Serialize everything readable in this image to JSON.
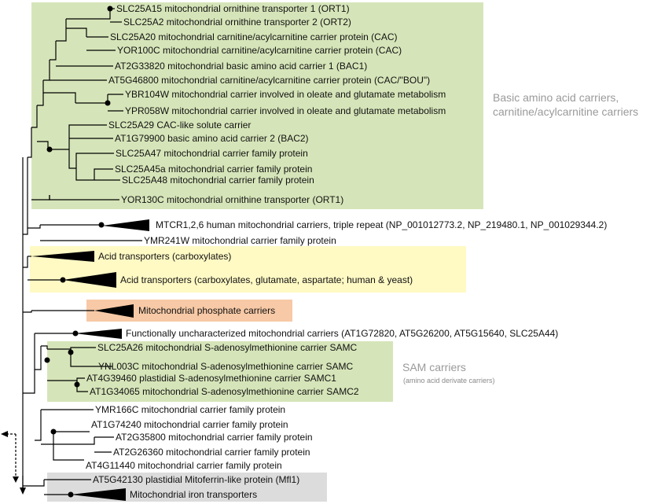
{
  "colors": {
    "basic_group_bg": "#d6e5b9",
    "acid_group_bg": "#fff9c4",
    "phosphate_group_bg": "#f7c9a6",
    "sam_group_bg": "#d6e5b9",
    "iron_group_bg": "#dcdcdc",
    "branch_line": "#000000",
    "group_label": "#9a9a9a"
  },
  "groups": {
    "basic": {
      "label_line1": "Basic amino acid carriers,",
      "label_line2": "carnitine/acylcarnitine carriers"
    },
    "sam": {
      "label": "SAM carriers",
      "sublabel": "(amino acid derivate carriers)"
    }
  },
  "leaves": [
    {
      "text": "SLC25A15 mitochondrial ornithine transporter 1 (ORT1)"
    },
    {
      "text": "SLC25A2 mitochondrial ornithine transporter 2 (ORT2)"
    },
    {
      "text": "SLC25A20 mitochondrial carnitine/acylcarnitine carrier protein (CAC)"
    },
    {
      "text": "YOR100C mitochondrial carnitine/acylcarnitine carrier protein (CAC)"
    },
    {
      "text": "AT2G33820 mitochondrial basic amino acid carrier 1 (BAC1)"
    },
    {
      "text": "AT5G46800 mitochondrial carnitine/acylcarnitine carrier protein (CAC/\"BOU\")"
    },
    {
      "text": "YBR104W mitochondrial carrier involved in oleate and glutamate metabolism"
    },
    {
      "text": "YPR058W mitochondrial carrier involved in oleate and glutamate metabolism"
    },
    {
      "text": "SLC25A29 CAC-like solute carrier"
    },
    {
      "text": "AT1G79900 basic amino acid carrier 2 (BAC2)"
    },
    {
      "text": "SLC25A47 mitochondrial carrier family protein"
    },
    {
      "text": "SLC25A45a mitochondrial carrier family protein"
    },
    {
      "text": "SLC25A48 mitochondrial carrier family protein"
    },
    {
      "text": "YOR130C mitochondrial ornithine transporter (ORT1)"
    },
    {
      "text": "MTCR1,2,6 human mitochondrial carriers, triple repeat  (NP_001012773.2, NP_219480.1, NP_001029344.2)"
    },
    {
      "text": "YMR241W mitochondrial carrier family protein"
    },
    {
      "text": "Acid transporters (carboxylates)"
    },
    {
      "text": "Acid transporters (carboxylates, glutamate, aspartate; human & yeast)"
    },
    {
      "text": "Mitochondrial phosphate carriers"
    },
    {
      "text": "Functionally uncharacterized mitochondrial carriers (AT1G72820, AT5G26200, AT5G15640, SLC25A44)"
    },
    {
      "text": "SLC25A26 mitochondrial S-adenosylmethionine carrier SAMC"
    },
    {
      "text": "YNL003C mitochondrial S-adenosylmethionine carrier SAMC"
    },
    {
      "text": "AT4G39460 plastidial S-adenosylmethionine carrier SAMC1"
    },
    {
      "text": "AT1G34065 mitochondrial S-adenosylmethionine carrier SAMC2"
    },
    {
      "text": "YMR166C mitochondrial carrier family protein"
    },
    {
      "text": "AT1G74240 mitochondrial carrier family protein"
    },
    {
      "text": "AT2G35800 mitochondrial carrier family protein"
    },
    {
      "text": "AT2G26360 mitochondrial carrier family protein"
    },
    {
      "text": "AT4G11440 mitochondrial carrier family protein"
    },
    {
      "text": "AT5G42130 plastidial Mitoferrin-like protein (Mfl1)"
    },
    {
      "text": "Mitochondrial iron transporters"
    }
  ]
}
